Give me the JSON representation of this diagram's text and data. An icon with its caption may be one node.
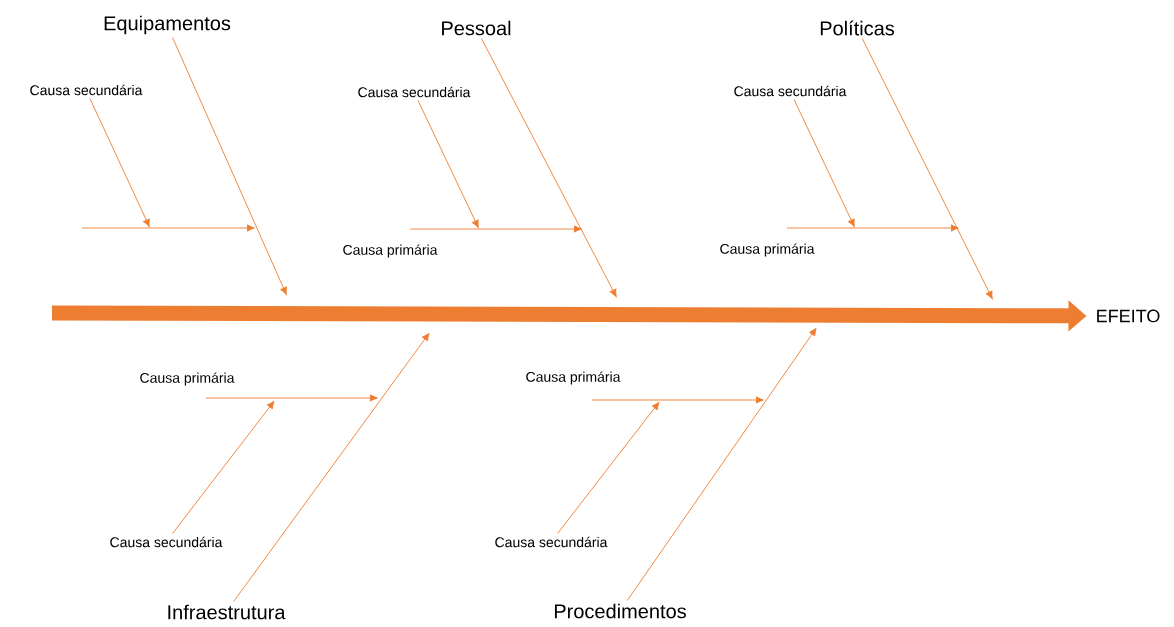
{
  "diagram": {
    "nodes": [
      {
        "text": [
          "Equipamentos"
        ]
      },
      {
        "text": [
          "Causa secundária"
        ]
      },
      {
        "text": [
          "Pessoal"
        ]
      },
      {
        "text": [
          "Causa secundária"
        ]
      },
      {
        "text": [
          "Políticas"
        ]
      },
      {
        "text": [
          "Causa secundária"
        ]
      },
      {
        "text": [
          "EFEITO"
        ]
      },
      {
        "text": [
          "Causa secundária"
        ]
      },
      {
        "text": [
          "Infraestrutura"
        ]
      },
      {
        "text": [
          "Causa secundária"
        ]
      },
      {
        "text": [
          "Procedimentos"
        ]
      }
    ],
    "edges": [
      {
        "from": null,
        "to": 6,
        "arrow": "to",
        "style": "thick"
      },
      {
        "from": 0,
        "to": null,
        "arrow": "to"
      },
      {
        "from": 1,
        "to": null,
        "arrow": "to"
      },
      {
        "from": 2,
        "to": null,
        "arrow": "to"
      },
      {
        "from": 3,
        "to": null,
        "arrow": "to"
      },
      {
        "from": 4,
        "to": null,
        "arrow": "to"
      },
      {
        "from": 5,
        "to": null,
        "arrow": "to"
      },
      {
        "from": 7,
        "to": null,
        "arrow": "to"
      },
      {
        "from": 8,
        "to": null,
        "arrow": "to"
      },
      {
        "from": 9,
        "to": null,
        "arrow": "to"
      },
      {
        "from": 10,
        "to": null,
        "arrow": "to"
      }
    ],
    "labels": [
      "Causa primária",
      "Causa primária",
      "Causa primária",
      "Causa primária"
    ]
  }
}
